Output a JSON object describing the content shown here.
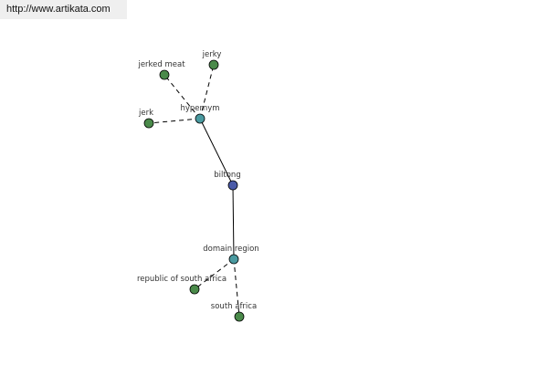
{
  "banner": {
    "url": "http://www.artikata.com"
  },
  "colors": {
    "center": "#4a5aa8",
    "relation": "#4a9aa0",
    "leaf": "#4a8a4a",
    "edge": "#000000"
  },
  "nodes": [
    {
      "id": "biltong",
      "label": "biltong",
      "kind": "center"
    },
    {
      "id": "hypernym",
      "label": "hypernym",
      "kind": "relation"
    },
    {
      "id": "domain_region",
      "label": "domain region",
      "kind": "relation"
    },
    {
      "id": "jerked_meat",
      "label": "jerked meat",
      "kind": "leaf"
    },
    {
      "id": "jerky",
      "label": "jerky",
      "kind": "leaf"
    },
    {
      "id": "jerk",
      "label": "jerk",
      "kind": "leaf"
    },
    {
      "id": "republic_of_south_africa",
      "label": "republic of south africa",
      "kind": "leaf"
    },
    {
      "id": "south_africa",
      "label": "south africa",
      "kind": "leaf"
    }
  ],
  "edges": [
    {
      "from": "biltong",
      "to": "hypernym",
      "style": "solid"
    },
    {
      "from": "biltong",
      "to": "domain_region",
      "style": "solid"
    },
    {
      "from": "hypernym",
      "to": "jerked_meat",
      "style": "dashed"
    },
    {
      "from": "hypernym",
      "to": "jerky",
      "style": "dashed"
    },
    {
      "from": "hypernym",
      "to": "jerk",
      "style": "dashed"
    },
    {
      "from": "domain_region",
      "to": "republic_of_south_africa",
      "style": "dashed"
    },
    {
      "from": "domain_region",
      "to": "south_africa",
      "style": "dashed"
    }
  ]
}
